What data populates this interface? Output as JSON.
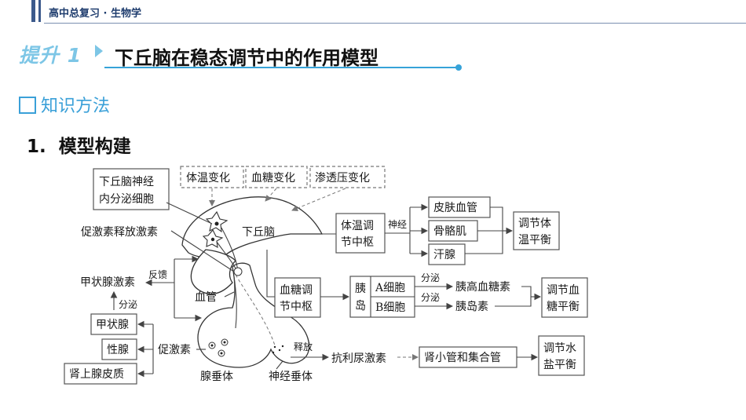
{
  "header": {
    "text": "高中总复习 · 生物学"
  },
  "title": {
    "badge": "提升 1",
    "main": "下丘脑在稳态调节中的作用模型"
  },
  "section": {
    "label": "知识方法"
  },
  "subsection": {
    "number": "1",
    "label": "模型构建"
  },
  "diagram": {
    "neuron_label_line1": "下丘脑神经",
    "neuron_label_line2": "内分泌细胞",
    "stimuli": [
      "体温变化",
      "血糖变化",
      "渗透压变化"
    ],
    "hypothalamus": "下丘脑",
    "trh": "促激素释放激素",
    "feedback": "反馈",
    "thyroid_hormone": "甲状腺激素",
    "secrete": "分泌",
    "blood_vessel": "血管",
    "glands": [
      "甲状腺",
      "性腺",
      "肾上腺皮质"
    ],
    "tropic_hormone": "促激素",
    "adenohypophysis": "腺垂体",
    "neurohypophysis": "神经垂体",
    "release": "释放",
    "adh": "抗利尿激素",
    "kidney": "肾小管和集合管",
    "water_salt_line1": "调节水",
    "water_salt_line2": "盐平衡",
    "temp_center_line1": "体温调",
    "temp_center_line2": "节中枢",
    "nerve": "神经",
    "temp_effectors": [
      "皮肤血管",
      "骨骼肌",
      "汗腺"
    ],
    "temp_balance_line1": "调节体",
    "temp_balance_line2": "温平衡",
    "glucose_center_line1": "血糖调",
    "glucose_center_line2": "节中枢",
    "pancreas_line1": "胰",
    "pancreas_line2": "岛",
    "a_cell": "A细胞",
    "b_cell": "B细胞",
    "secrete_a": "分泌",
    "secrete_b": "分泌",
    "glucagon": "胰高血糖素",
    "insulin": "胰岛素",
    "glucose_balance_line1": "调节血",
    "glucose_balance_line2": "糖平衡"
  }
}
